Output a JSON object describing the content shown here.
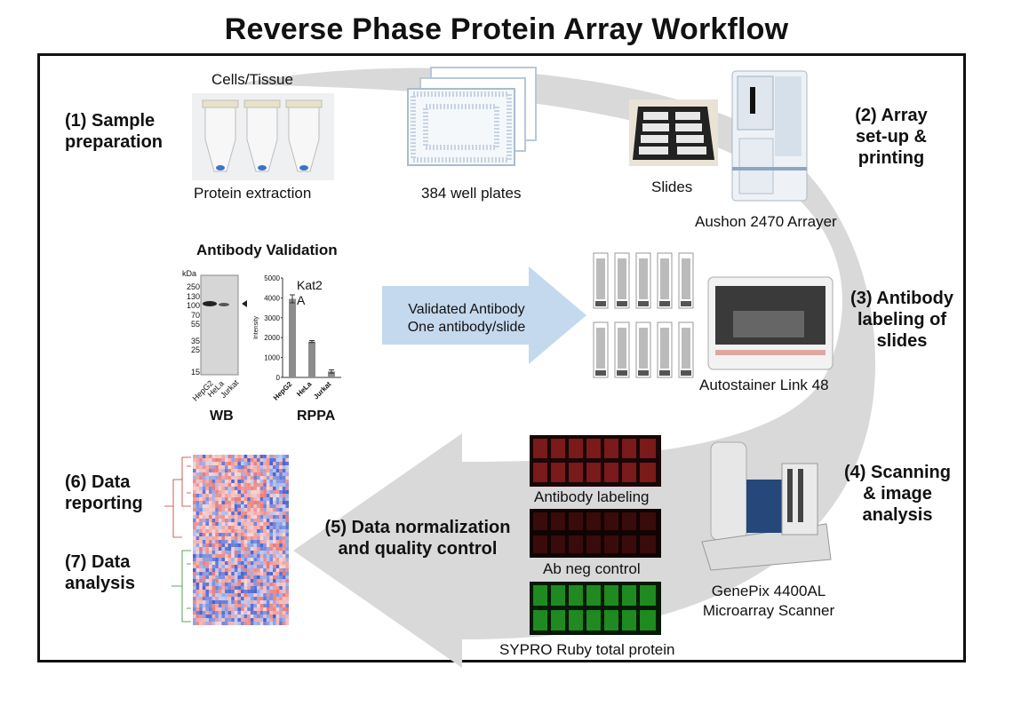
{
  "title": "Reverse Phase Protein Array Workflow",
  "steps": {
    "s1": [
      "(1) Sample",
      "preparation"
    ],
    "s2": [
      "(2) Array",
      "set-up &",
      "printing"
    ],
    "s3": [
      "(3) Antibody",
      "labeling of",
      "slides"
    ],
    "s4": [
      "(4) Scanning",
      "& image",
      "analysis"
    ],
    "s5": [
      "(5) Data normalization",
      "and quality control"
    ],
    "s6": [
      "(6) Data",
      "reporting"
    ],
    "s7": [
      "(7) Data",
      "analysis"
    ]
  },
  "labels": {
    "cells_tissue": "Cells/Tissue",
    "protein_extraction": "Protein extraction",
    "well_plates": "384 well plates",
    "slides": "Slides",
    "arrayer": "Aushon 2470 Arrayer",
    "antibody_validation": "Antibody Validation",
    "wb": "WB",
    "rppa": "RPPA",
    "validated_line1": "Validated Antibody",
    "validated_line2": "One antibody/slide",
    "autostainer": "Autostainer Link 48",
    "antibody_labeling": "Antibody labeling",
    "ab_neg_control": "Ab neg control",
    "sypro": "SYPRO Ruby total protein",
    "scanner_line1": "GenePix 4400AL",
    "scanner_line2": "Microarray Scanner"
  },
  "wb_blot": {
    "unit": "kDa",
    "markers": [
      "250",
      "130",
      "100",
      "70",
      "55",
      "35",
      "25",
      "15"
    ],
    "lanes": [
      "HepG2",
      "HeLa",
      "Jurkat"
    ]
  },
  "chart_data": {
    "type": "bar",
    "title": "Kat2A",
    "title_lines": [
      "Kat2",
      "A"
    ],
    "categories": [
      "HepG2",
      "HeLa",
      "Jurkat"
    ],
    "values": [
      3950,
      1800,
      300
    ],
    "errors": [
      200,
      50,
      80
    ],
    "ylabel": "Intensity",
    "ylim": [
      0,
      5000
    ],
    "yticks": [
      0,
      1000,
      2000,
      3000,
      4000,
      5000
    ],
    "bar_color": "#8c8c8c"
  },
  "colors": {
    "flow_arrow": "#d9d9d9",
    "validated_arrow": "#c5d9ee",
    "antibody_scan": "#c0392b",
    "sypro_scan": "#1f8a1f"
  }
}
